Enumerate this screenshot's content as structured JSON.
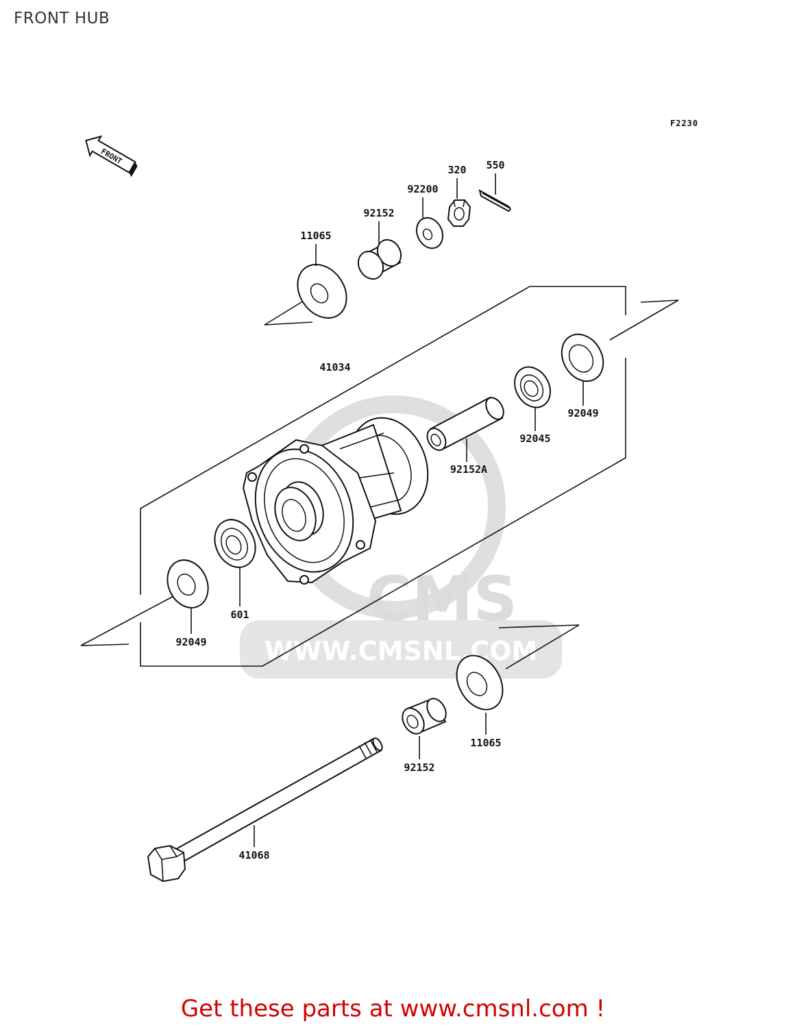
{
  "page": {
    "title": "FRONT HUB",
    "figure_code": "F2230",
    "direction_label": "FRONT",
    "footer_link": "Get these parts at www.cmsnl.com !"
  },
  "watermark": {
    "brand": "CMS",
    "url": "WWW.CMSNL.COM"
  },
  "parts": [
    {
      "id": "p550",
      "label": "550"
    },
    {
      "id": "p320",
      "label": "320"
    },
    {
      "id": "p92200",
      "label": "92200"
    },
    {
      "id": "p92152_top",
      "label": "92152"
    },
    {
      "id": "p11065_top",
      "label": "11065"
    },
    {
      "id": "p41034",
      "label": "41034"
    },
    {
      "id": "p92049_right",
      "label": "92049"
    },
    {
      "id": "p92045",
      "label": "92045"
    },
    {
      "id": "p92152A",
      "label": "92152A"
    },
    {
      "id": "p601",
      "label": "601"
    },
    {
      "id": "p92049_left",
      "label": "92049"
    },
    {
      "id": "p11065_bottom",
      "label": "11065"
    },
    {
      "id": "p92152_bottom",
      "label": "92152"
    },
    {
      "id": "p41068",
      "label": "41068"
    }
  ]
}
